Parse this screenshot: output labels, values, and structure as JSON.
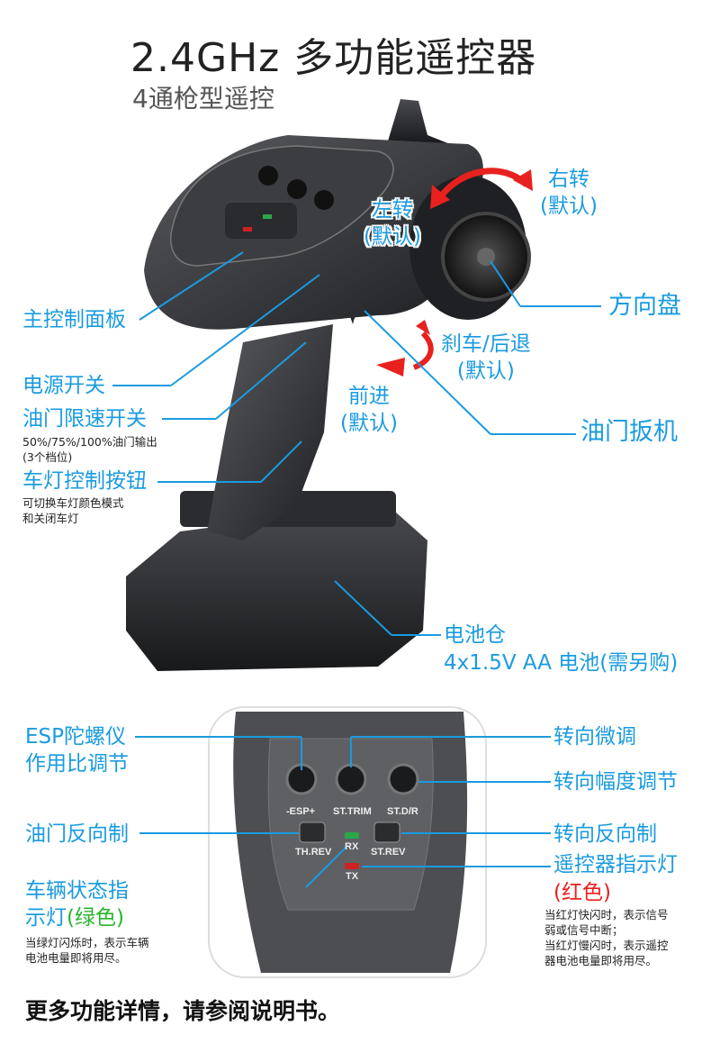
{
  "header": {
    "title": "2.4GHz 多功能遥控器",
    "subtitle": "4通枪型遥控"
  },
  "callouts": {
    "right_turn": {
      "line1": "右转",
      "line2": "(默认)"
    },
    "left_turn": {
      "line1": "左转",
      "line2": "(默认)"
    },
    "steering_wheel": "方向盘",
    "brake_reverse": {
      "line1": "刹车/后退",
      "line2": "(默认)"
    },
    "forward": {
      "line1": "前进",
      "line2": "(默认)"
    },
    "throttle_trigger": "油门扳机",
    "main_panel": "主控制面板",
    "power_switch": "电源开关",
    "throttle_limit": {
      "label": "油门限速开关",
      "note1": "50%/75%/100%油门输出",
      "note2": "(3个档位)"
    },
    "light_button": {
      "label": "车灯控制按钮",
      "note1": "可切换车灯颜色模式",
      "note2": "和关闭车灯"
    },
    "battery": {
      "label": "电池仓",
      "spec": "4x1.5V AA 电池(需另购)"
    }
  },
  "panel": {
    "knobs": [
      "-ESP+",
      "ST.TRIM",
      "ST.D/R"
    ],
    "switches": [
      "TH.REV",
      "ST.REV"
    ],
    "leds": {
      "rx": "RX",
      "tx": "TX"
    },
    "callouts": {
      "esp": {
        "line1": "ESP陀螺仪",
        "line2": "作用比调节"
      },
      "st_trim": "转向微调",
      "st_dr": "转向幅度调节",
      "th_rev": "油门反向制",
      "st_rev": "转向反向制",
      "tx_led": {
        "label": "遥控器指示灯",
        "color": "(红色)",
        "notes": [
          "当红灯快闪时，表示信号",
          "弱或信号中断；",
          "当红灯慢闪时，表示遥控",
          "器电池电量即将用尽。"
        ]
      },
      "rx_led": {
        "line1": "车辆状态指",
        "line2_prefix": "示灯",
        "line2_color": "(绿色)",
        "notes": [
          "当绿灯闪烁时，表示车辆",
          "电池电量即将用尽。"
        ]
      }
    }
  },
  "footer": "更多功能详情，请参阅说明书。",
  "colors": {
    "accent": "#1a9be0",
    "red": "#e8211f",
    "green": "#27b52e"
  }
}
